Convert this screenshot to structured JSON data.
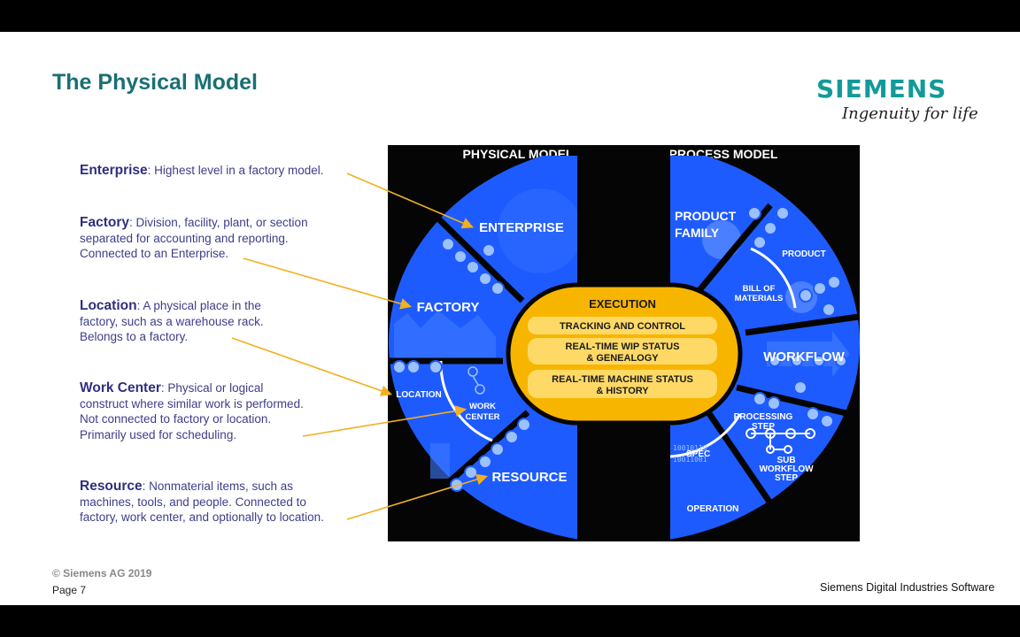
{
  "slide": {
    "title": "The Physical Model",
    "logo": "SIEMENS",
    "tagline": "Ingenuity for life",
    "copyright": "© Siemens AG 2019",
    "page": "Page 7",
    "brand": "Siemens Digital Industries Software"
  },
  "items": [
    {
      "term": "Enterprise",
      "desc": ": Highest level in a factory model."
    },
    {
      "term": "Factory",
      "desc": ": Division, facility, plant, or section separated for accounting and reporting. Connected to an Enterprise."
    },
    {
      "term": "Location",
      "desc": ": A physical place in the factory, such as a warehouse rack. Belongs to a factory."
    },
    {
      "term": "Work Center",
      "desc": ": Physical or logical construct where similar work is performed. Not connected to factory or location. Primarily used for scheduling."
    },
    {
      "term": "Resource",
      "desc": ": Nonmaterial items, such as machines, tools, and people. Connected to factory, work center, and optionally to location."
    }
  ],
  "diagram": {
    "physical_header": "PHYSICAL MODEL",
    "process_header": "PROCESS MODEL",
    "enterprise": "ENTERPRISE",
    "factory": "FACTORY",
    "location": "LOCATION",
    "work": "WORK",
    "center": "CENTER",
    "resource": "RESOURCE",
    "product": "PRODUCT",
    "family": "FAMILY",
    "product_small": "PRODUCT",
    "bill_of": "BILL OF",
    "materials": "MATERIALS",
    "workflow": "WORKFLOW",
    "processing": "PROCESSING",
    "step": "STEP",
    "sub": "SUB",
    "workflow_small": "WORKFLOW",
    "step2": "STEP",
    "spec": "SPEC",
    "operation": "OPERATION",
    "binary1": "10010110",
    "binary2": "10011001",
    "execution": "EXECUTION",
    "tracking": "TRACKING AND CONTROL",
    "wip1": "REAL-TIME WIP STATUS",
    "wip2": "& GENEALOGY",
    "machine1": "REAL-TIME MACHINE STATUS",
    "machine2": "& HISTORY"
  },
  "colors": {
    "title": "#1a6f74",
    "logo": "#129a9a",
    "body_text": "#3d3d8a",
    "diagram_blue": "#1e5bff",
    "execution_yellow": "#f7b500",
    "arrow": "#f0b020"
  }
}
